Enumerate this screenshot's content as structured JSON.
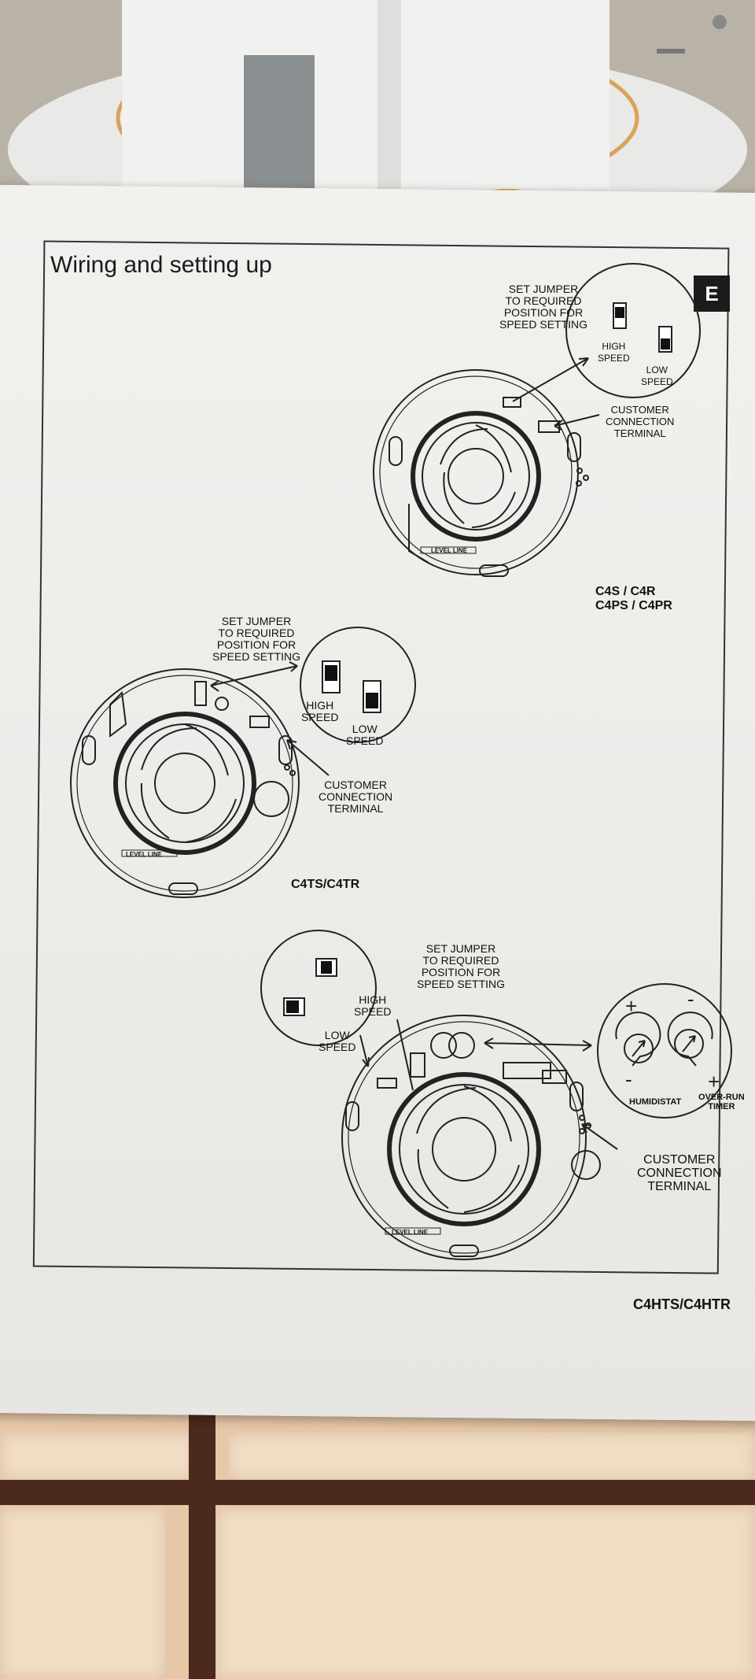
{
  "manual": {
    "heading": "Wiring and setting up",
    "section_tab": "E",
    "diagram_top": {
      "jumper_note": [
        "SET JUMPER",
        "TO REQUIRED",
        "POSITION FOR",
        "SPEED SETTING"
      ],
      "high": [
        "HIGH",
        "SPEED"
      ],
      "low": [
        "LOW",
        "SPEED"
      ],
      "terminal": [
        "CUSTOMER",
        "CONNECTION",
        "TERMINAL"
      ],
      "level_line": "LEVEL LINE",
      "models": [
        "C4S / C4R",
        "C4PS / C4PR"
      ]
    },
    "diagram_middle": {
      "jumper_note": [
        "SET JUMPER",
        "TO REQUIRED",
        "POSITION FOR",
        "SPEED SETTING"
      ],
      "high": [
        "HIGH",
        "SPEED"
      ],
      "low": [
        "LOW",
        "SPEED"
      ],
      "terminal": [
        "CUSTOMER",
        "CONNECTION",
        "TERMINAL"
      ],
      "level_line": "LEVEL LINE",
      "model": "C4TS/C4TR"
    },
    "diagram_bottom": {
      "jumper_note": [
        "SET JUMPER",
        "TO REQUIRED",
        "POSITION FOR",
        "SPEED SETTING"
      ],
      "high": [
        "HIGH",
        "SPEED"
      ],
      "low": [
        "LOW",
        "SPEED"
      ],
      "humidistat": "HUMIDISTAT",
      "overrun": [
        "OVER-RUN",
        "TIMER"
      ],
      "terminal": [
        "CUSTOMER",
        "CONNECTION",
        "TERMINAL"
      ],
      "level_line": "LEVEL LINE",
      "model": "C4HTS/C4HTR"
    }
  }
}
